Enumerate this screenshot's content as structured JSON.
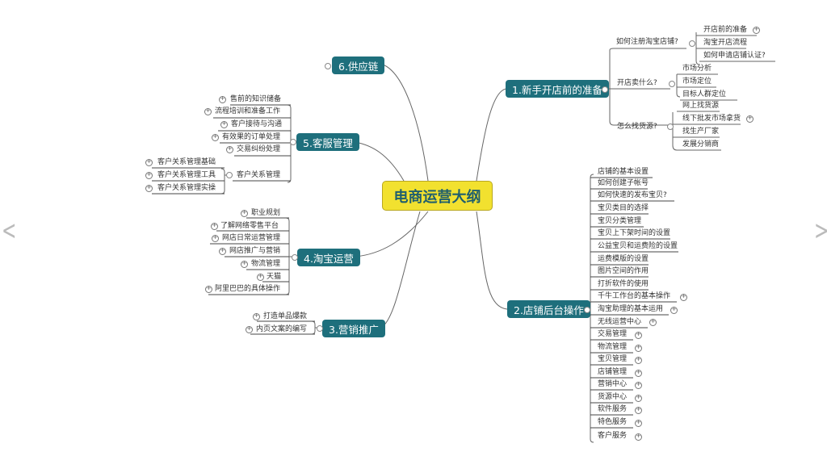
{
  "root": {
    "label": "电商运营大纲",
    "fill": "#f2e12f",
    "text_color": "#1f5e6e"
  },
  "colors": {
    "topic_fill": "#1e6f7c",
    "line": "#555555",
    "background": "#ffffff"
  },
  "topics": {
    "t1": {
      "label": "1.新手开店前的准备",
      "subs": [
        {
          "label": "如何注册淘宝店铺?",
          "children": [
            "开店前的准备",
            "淘宝开店流程",
            "如何申请店铺认证?"
          ]
        },
        {
          "label": "开店卖什么?",
          "children": [
            "市场分析",
            "市场定位",
            "目标人群定位"
          ]
        },
        {
          "label": "怎么找货源?",
          "children": [
            "网上找货源",
            "线下批发市场拿货",
            "找生产厂家",
            "发展分销商"
          ]
        }
      ]
    },
    "t2": {
      "label": "2.店铺后台操作",
      "children": [
        "店铺的基本设置",
        "如何创建子帐号",
        "如何快速的发布宝贝?",
        "宝贝类目的选择",
        "宝贝分类管理",
        "宝贝上下架时间的设置",
        "公益宝贝和运费险的设置",
        "运费模版的设置",
        "图片空间的作用",
        "打折软件的使用",
        "千牛工作台的基本操作",
        "淘宝助理的基本运用",
        "无线运营中心",
        "交易管理",
        "物流管理",
        "宝贝管理",
        "店铺管理",
        "营销中心",
        "货源中心",
        "软件服务",
        "特色服务",
        "客户服务"
      ]
    },
    "t3": {
      "label": "3.营销推广",
      "children": [
        "打造单品爆款",
        "内页文案的编写"
      ]
    },
    "t4": {
      "label": "4.淘宝运营",
      "children": [
        "职业规划",
        "了解网络零售平台",
        "网店日常运营管理",
        "网店推广与营销",
        "物流管理",
        "天猫",
        "阿里巴巴的具体操作"
      ]
    },
    "t5": {
      "label": "5.客服管理",
      "children": [
        "售前的知识储备",
        "流程培训和准备工作",
        "客户接待与沟通",
        "有效果的订单处理",
        "交易纠纷处理",
        "客户关系管理"
      ],
      "crm_children": [
        "客户关系管理基础",
        "客户关系管理工具",
        "客户关系管理实操"
      ]
    },
    "t6": {
      "label": "6.供应链"
    }
  },
  "navigation": {
    "prev_icon": "chevron-left-icon",
    "next_icon": "chevron-right-icon",
    "prev": "<",
    "next": ">"
  }
}
